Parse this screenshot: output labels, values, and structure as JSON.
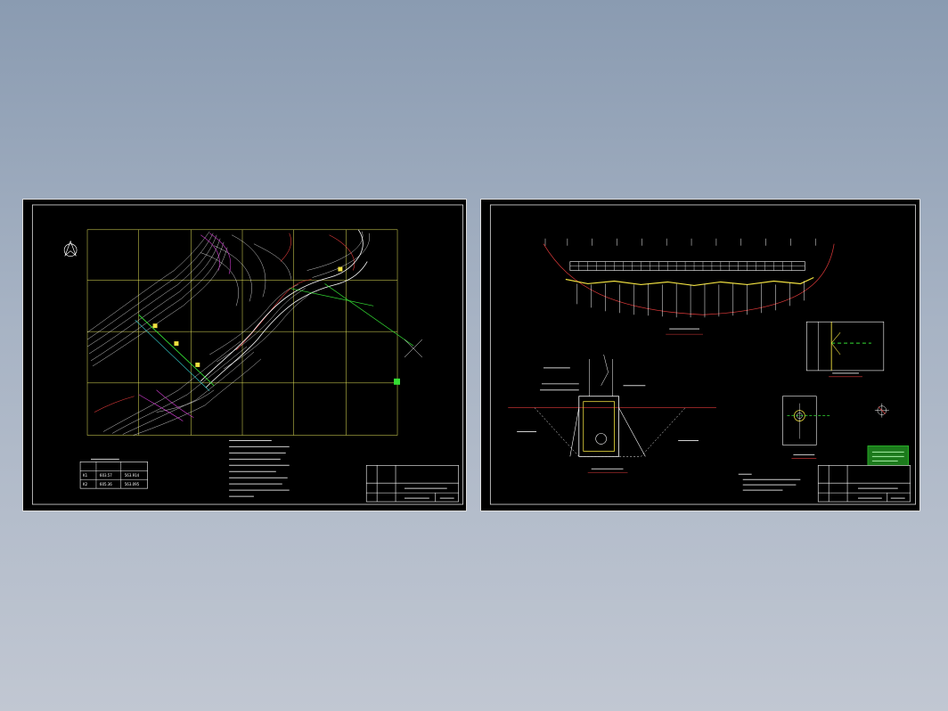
{
  "viewer": {
    "background_top": "#8a9bb1",
    "background_bottom": "#c1c7d2"
  },
  "drawings": [
    {
      "id": "site-plan",
      "type": "topographic site plan",
      "coordinate_table": {
        "rows": [
          [
            "K1",
            "603.57",
            "563.914"
          ],
          [
            "K2",
            "605.36",
            "563.095"
          ]
        ]
      }
    },
    {
      "id": "structure-details",
      "type": "elevation and cross-section details"
    }
  ],
  "colors": {
    "paper": "#000000",
    "grid": "#e6e65a",
    "contour": "#ffffff",
    "accent_magenta": "#d23cd2",
    "accent_red": "#e03a3a",
    "accent_green": "#33dd33",
    "accent_cyan": "#35d0d0",
    "accent_yellow": "#f0e040"
  }
}
